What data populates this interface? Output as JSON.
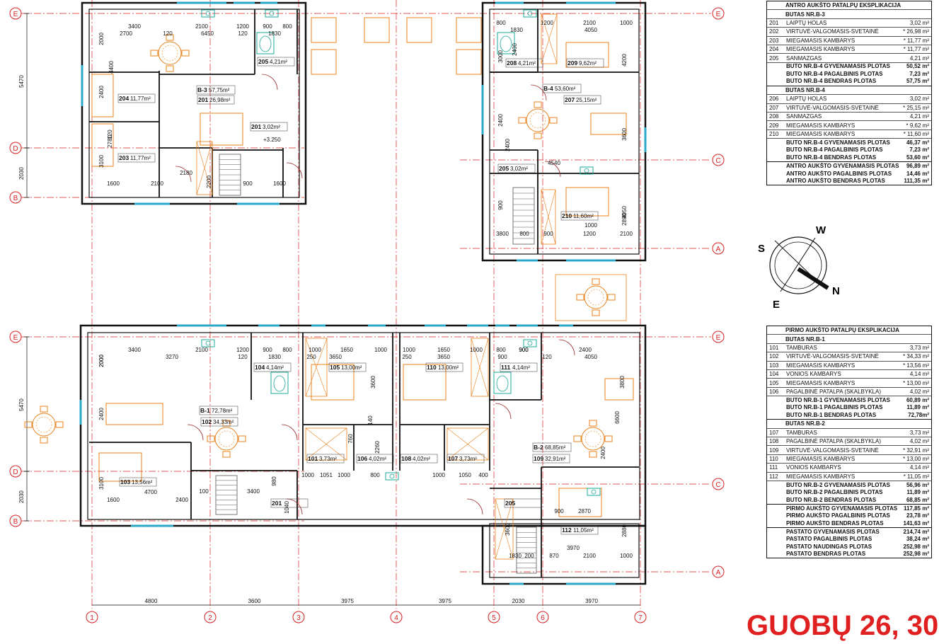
{
  "axes_rows": [
    "E",
    "D",
    "B",
    "C",
    "A"
  ],
  "axes_cols": [
    "1",
    "2",
    "3",
    "4",
    "5",
    "6",
    "7"
  ],
  "bottom_dims": [
    "4800",
    "3600",
    "3975",
    "3975",
    "2030",
    "3970"
  ],
  "left_dims": [
    "5470",
    "2030"
  ],
  "compass": {
    "n": "N",
    "s": "S",
    "e": "E",
    "w": "W"
  },
  "title": "GUOBŲ 26, 30",
  "upper": {
    "dims": [
      "3400",
      "2100",
      "1200",
      "900",
      "800",
      "2700",
      "120",
      "6450",
      "120",
      "1830",
      "2000",
      "4400",
      "2400",
      "120",
      "2780",
      "3100",
      "1600",
      "2100",
      "2180",
      "2200",
      "900",
      "1600",
      "3000",
      "2400",
      "800",
      "1830",
      "1200",
      "2100",
      "1000",
      "2400",
      "4050",
      "2400",
      "4540",
      "900",
      "4200",
      "3600",
      "3800",
      "800",
      "900",
      "1200",
      "2100",
      "1000",
      "4050",
      "2890",
      "2900"
    ],
    "rooms": [
      {
        "num": "204",
        "area": "11,77m²"
      },
      {
        "num": "203",
        "area": "11,77m²"
      },
      {
        "num": "205",
        "area": "4,21m²"
      },
      {
        "num": "201",
        "area": "26,98m²"
      },
      {
        "num": "201",
        "area": "3,02m²"
      },
      {
        "num": "208",
        "area": "4,21m²"
      },
      {
        "num": "209",
        "area": "9,62m²"
      },
      {
        "num": "207",
        "area": "25,15m²"
      },
      {
        "num": "205",
        "area": "3,02m²"
      },
      {
        "num": "210",
        "area": "11,60m²"
      }
    ],
    "units": [
      {
        "code": "B-3",
        "area": "57,75m²"
      },
      {
        "code": "B-4",
        "area": "53,60m²"
      }
    ],
    "level": "+3.250"
  },
  "lower": {
    "dims": [
      "3400",
      "2100",
      "1200",
      "900",
      "800",
      "1000",
      "1650",
      "1000",
      "1000",
      "1650",
      "1000",
      "800",
      "900",
      "3270",
      "120",
      "1830",
      "250",
      "3650",
      "250",
      "3650",
      "120",
      "2400",
      "4050",
      "2000",
      "2400",
      "3100",
      "1600",
      "4700",
      "2400",
      "100",
      "3400",
      "980",
      "1040",
      "1000",
      "1051",
      "1000",
      "800",
      "1000",
      "1050",
      "400",
      "900",
      "2870",
      "760",
      "2260",
      "140",
      "3600",
      "2880",
      "870",
      "3970",
      "2100",
      "1000",
      "3600",
      "2000",
      "6600",
      "2400",
      "3800",
      "1830",
      "200",
      "900",
      "900"
    ],
    "rooms": [
      {
        "num": "104",
        "area": "4,14m²"
      },
      {
        "num": "105",
        "area": "13,00m²"
      },
      {
        "num": "110",
        "area": "13,00m²"
      },
      {
        "num": "111",
        "area": "4,14m²"
      },
      {
        "num": "102",
        "area": "34,33m²"
      },
      {
        "num": "103",
        "area": "13,56m²"
      },
      {
        "num": "101",
        "area": "3,73m²"
      },
      {
        "num": "106",
        "area": "4,02m²"
      },
      {
        "num": "108",
        "area": "4,02m²"
      },
      {
        "num": "107",
        "area": "3,73m²"
      },
      {
        "num": "109",
        "area": "32,91m²"
      },
      {
        "num": "112",
        "area": "11,05m²"
      },
      {
        "num": "201",
        "area": ""
      },
      {
        "num": "205",
        "area": ""
      }
    ],
    "units": [
      {
        "code": "B-1",
        "area": "72,78m²"
      },
      {
        "code": "B-2",
        "area": "68,85m²"
      }
    ]
  },
  "table_upper": {
    "title": "ANTRO AUKŠTO PATALPŲ EKSPLIKACIJA",
    "groups": [
      {
        "header": "BUTAS NR.B-3",
        "rows": [
          {
            "n": "201",
            "name": "LAIPTŲ HOLAS",
            "v": "3,02 m²"
          },
          {
            "n": "202",
            "name": "VIRTUVĖ-VALGOMASIS-SVETAINĖ",
            "v": "* 26,98 m²"
          },
          {
            "n": "203",
            "name": "MIEGAMASIS KAMBARYS",
            "v": "* 11,77 m²"
          },
          {
            "n": "204",
            "name": "MIEGAMASIS KAMBARYS",
            "v": "* 11,77 m²"
          },
          {
            "n": "205",
            "name": "SANMAZGAS",
            "v": "4,21 m²"
          }
        ],
        "sums": [
          {
            "name": "BUTO NR.B-4 GYVENAMASIS PLOTAS",
            "v": "50,52 m²"
          },
          {
            "name": "BUTO NR.B-4  PAGALBINIS PLOTAS",
            "v": "7,23 m²"
          },
          {
            "name": "BUTO NR.B-4  BENDRAS PLOTAS",
            "v": "57,75 m²"
          }
        ]
      },
      {
        "header": "BUTAS NR.B-4",
        "rows": [
          {
            "n": "206",
            "name": "LAIPTŲ HOLAS",
            "v": "3,02 m²"
          },
          {
            "n": "207",
            "name": "VIRTUVĖ-VALGOMASIS-SVETAINĖ",
            "v": "* 25,15 m²"
          },
          {
            "n": "208",
            "name": "SANMAZGAS",
            "v": "4,21 m²"
          },
          {
            "n": "209",
            "name": "MIEGAMASIS KAMBARYS",
            "v": "* 9,62 m²"
          },
          {
            "n": "210",
            "name": "MIEGAMASIS KAMBARYS",
            "v": "* 11,60 m²"
          }
        ],
        "sums": [
          {
            "name": "BUTO NR.B-4 GYVENAMASIS PLOTAS",
            "v": "46,37 m²"
          },
          {
            "name": "BUTO NR.B-4  PAGALBINIS PLOTAS",
            "v": "7,23 m²"
          },
          {
            "name": "BUTO NR.B-4  BENDRAS PLOTAS",
            "v": "53,60 m²"
          }
        ]
      }
    ],
    "totals": [
      {
        "name": "ANTRO AUKŠTO GYVENAMASIS PLOTAS",
        "v": "96,89 m²"
      },
      {
        "name": "ANTRO AUKŠTO  PAGALBINIS PLOTAS",
        "v": "14,46 m²"
      },
      {
        "name": "ANTRO AUKŠTO  BENDRAS PLOTAS",
        "v": "111,35 m²"
      }
    ]
  },
  "table_lower": {
    "title": "PIRMO AUKŠTO PATALPŲ EKSPLIKACIJA",
    "groups": [
      {
        "header": "BUTAS NR.B-1",
        "rows": [
          {
            "n": "101",
            "name": "TAMBURAS",
            "v": "3,73 m²"
          },
          {
            "n": "102",
            "name": "VIRTUVĖ-VALGOMASIS-SVETAINĖ",
            "v": "* 34,33 m²"
          },
          {
            "n": "103",
            "name": "MIEGAMASIS KAMBARYS",
            "v": "* 13,56 m²"
          },
          {
            "n": "104",
            "name": "VONIOS KAMBARYS",
            "v": "4,14 m²"
          },
          {
            "n": "105",
            "name": "MIEGAMASIS KAMBARYS",
            "v": "* 13,00 m²"
          },
          {
            "n": "106",
            "name": "PAGALBINĖ PATALPA (SKALBYKLA)",
            "v": "4,02 m²"
          }
        ],
        "sums": [
          {
            "name": "BUTO NR.B-1 GYVENAMASIS PLOTAS",
            "v": "60,89 m²"
          },
          {
            "name": "BUTO NR.B-1  PAGALBINIS PLOTAS",
            "v": "11,89 m²"
          },
          {
            "name": "BUTO NR.B-1  BENDRAS PLOTAS",
            "v": "72,78m²"
          }
        ]
      },
      {
        "header": "BUTAS NR.B-2",
        "rows": [
          {
            "n": "107",
            "name": "TAMBURAS",
            "v": "3,73 m²"
          },
          {
            "n": "108",
            "name": "PAGALBINĖ PATALPA (SKALBYKLA)",
            "v": "4,02 m²"
          },
          {
            "n": "109",
            "name": "VIRTUVĖ-VALGOMASIS-SVETAINĖ",
            "v": "* 32,91 m²"
          },
          {
            "n": "110",
            "name": "MIEGAMASIS KAMBARYS",
            "v": "* 13,00 m²"
          },
          {
            "n": "111",
            "name": "VONIOS KAMBARYS",
            "v": "4,14 m²"
          },
          {
            "n": "112",
            "name": "MIEGAMASIS KAMBARYS",
            "v": "* 11,05 m²"
          }
        ],
        "sums": [
          {
            "name": "BUTO NR.B-2 GYVENAMASIS PLOTAS",
            "v": "56,96 m²"
          },
          {
            "name": "BUTO NR.B-2  PAGALBINIS PLOTAS",
            "v": "11,89 m²"
          },
          {
            "name": "BUTO NR.B-2  BENDRAS PLOTAS",
            "v": "68,85 m²"
          }
        ]
      }
    ],
    "totals": [
      {
        "name": "PIRMO AUKŠTO GYVENAMASIS PLOTAS",
        "v": "117,85 m²"
      },
      {
        "name": "PIRMO AUKŠTO  PAGALBINIS PLOTAS",
        "v": "23,78 m²"
      },
      {
        "name": "PIRMO AUKŠTO  BENDRAS PLOTAS",
        "v": "141,63 m²"
      }
    ],
    "building_totals": [
      {
        "name": "PASTATO GYVENAMASIS PLOTAS",
        "v": "214,74 m²"
      },
      {
        "name": "PASTATO PAGALBINIS PLOTAS",
        "v": "38,24 m²"
      },
      {
        "name": "PASTATO  NAUDINGAS PLOTAS",
        "v": "252,98 m²"
      },
      {
        "name": "PASTATO  BENDRAS PLOTAS",
        "v": "252,98 m²"
      }
    ]
  },
  "colors": {
    "wall": "#111111",
    "axis": "#d62020",
    "furniture": "#e8801a",
    "fixture": "#1aa89a",
    "accent": "#e02020"
  }
}
